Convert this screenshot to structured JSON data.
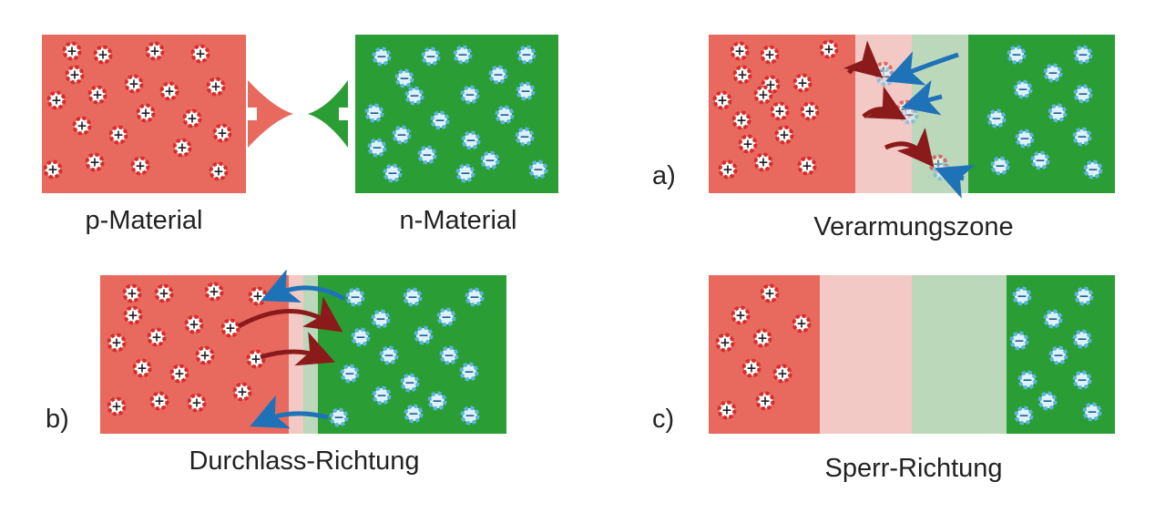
{
  "colors": {
    "p_region": "#e86a5f",
    "n_region": "#2a9e35",
    "p_depletion": "#f2c9c4",
    "n_depletion": "#bcd8bb",
    "hole_ring": "#d62b2b",
    "electron_ring": "#5ab4e4",
    "hole_arrow": "#8b1a1a",
    "electron_arrow": "#1e73b8",
    "text": "#222222"
  },
  "icons": {
    "hole": "plus-charge-icon",
    "electron": "minus-charge-icon"
  },
  "panels": {
    "intro": {
      "p_label": "p-Material",
      "n_label": "n-Material"
    },
    "a": {
      "letter": "a)",
      "caption": "Verarmungszone"
    },
    "b": {
      "letter": "b)",
      "caption": "Durchlass-Richtung"
    },
    "c": {
      "letter": "c)",
      "caption": "Sperr-Richtung"
    }
  },
  "charge_symbols": {
    "plus": "+",
    "minus": "−"
  }
}
